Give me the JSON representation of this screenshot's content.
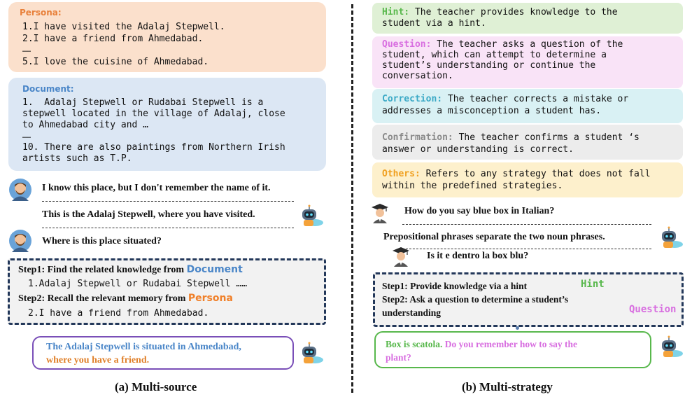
{
  "left": {
    "persona": {
      "label": "Persona:",
      "lines": [
        "1.I have visited the Adalaj Stepwell.",
        "2.I have a friend from Ahmedabad.",
        "……",
        "5.I love the cuisine of Ahmedabad."
      ]
    },
    "document": {
      "label": "Document:",
      "lines": [
        "1.  Adalaj Stepwell or Rudabai Stepwell is a",
        "stepwell located in the village of Adalaj, close",
        "to Ahmedabad city and …",
        "……",
        "10. There are also paintings from Northern Irish",
        "artists such as T.P."
      ]
    },
    "dialogue": {
      "user1": "I know this place, but I don't remember the name of it.",
      "bot1": "This is the Adalaj Stepwell, where you have visited.",
      "user2": "Where is this place situated?"
    },
    "steps": {
      "step1_prefix": "Step1: Find the related knowledge from ",
      "step1_source": "Document",
      "step1_detail": "1.Adalaj Stepwell or Rudabai Stepwell ……",
      "step2_prefix": "Step2: Recall the relevant memory from ",
      "step2_source": "Persona",
      "step2_detail": "2.I have a friend from Ahmedabad."
    },
    "response": {
      "part1": "The Adalaj Stepwell is situated in Ahmedabad,",
      "part2": "where you have a friend."
    },
    "caption": "(a) Multi-source"
  },
  "right": {
    "strategies": [
      {
        "name": "Hint:",
        "text1": "The teacher provides knowledge to the",
        "text2": "student via a hint."
      },
      {
        "name": "Question:",
        "text1": "The teacher asks a question of the",
        "text2": "student, which can attempt to determine a",
        "text3": "student’s understanding or continue the",
        "text4": "conversation."
      },
      {
        "name": "Correction:",
        "text1": "The teacher corrects a mistake or",
        "text2": "addresses a misconception a student has."
      },
      {
        "name": "Confirmation:",
        "text1": "The teacher confirms a student ‘s",
        "text2": "answer or understanding is correct."
      },
      {
        "name": "Others:",
        "text1": "Refers to any strategy that does not fall",
        "text2": "within the predefined strategies."
      }
    ],
    "dialogue": {
      "student1": "How do you say blue box in Italian?",
      "bot1": "Prepositional phrases separate the two noun phrases.",
      "student2": "Is it e dentro la box blu?"
    },
    "steps": {
      "step1": "Step1: Provide knowledge via a hint",
      "step1_tag": "Hint",
      "step2a": "Step2: Ask a question to determine a student’s",
      "step2b": "understanding",
      "step2_tag": "Question"
    },
    "response": {
      "part1": "Box is scatola.",
      "part2": "Do you remember how to say the",
      "part3": "plant?"
    },
    "caption": "(b) Multi-strategy"
  },
  "colors": {
    "persona_bg": "#fbe0cc",
    "persona_label": "#e8803a",
    "document_bg": "#dce7f4",
    "document_label": "#4a86c8",
    "hint": "#58b84c",
    "question": "#d86ee0",
    "correction": "#3ba9c6",
    "confirmation": "#8a8a8a",
    "others": "#f0a020",
    "response_border": "#7a4fb8"
  }
}
